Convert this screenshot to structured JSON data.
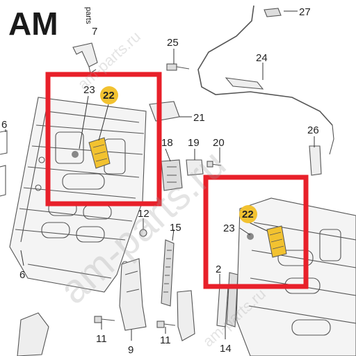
{
  "logo": {
    "letters": "AM",
    "suffix": "parts"
  },
  "watermarks": [
    "am-parts.ru",
    "am-parts.ru",
    "am-parts.ru"
  ],
  "highlight_color": "#e8202a",
  "badge_color": "#f2c230",
  "callouts": {
    "c27": "27",
    "c25": "25",
    "c24": "24",
    "c23a": "23",
    "c22a": "22",
    "c21": "21",
    "c18": "18",
    "c19": "19",
    "c20": "20",
    "c26": "26",
    "c6a": "6",
    "c6b": "6",
    "c12": "12",
    "c15": "15",
    "c22b": "22",
    "c23b": "23",
    "c2": "2",
    "c11a": "11",
    "c11b": "11",
    "c9": "9",
    "c14": "14",
    "c7": "7"
  }
}
